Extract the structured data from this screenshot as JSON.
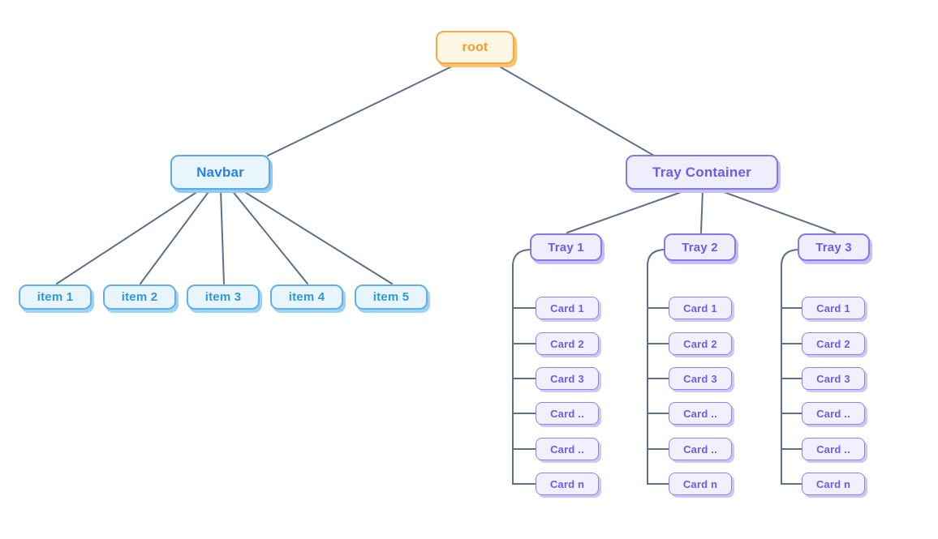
{
  "diagram": {
    "title": "component-tree-diagram",
    "background": "#ffffff",
    "edge_color": "#5c7089",
    "colors": {
      "root_fill": "#fdf6e3",
      "root_border": "#f2a843",
      "root_text": "#f59d2a",
      "root_shadow": "#f6c470",
      "blue_fill": "#e8f5fd",
      "blue_border": "#57aaec",
      "blue_text": "#2b80e8",
      "blue_shadow": "#92cbf2",
      "purple_fill": "#efeefe",
      "purple_border": "#8478ea",
      "purple_text": "#6d5ce8",
      "purple_shadow": "#c6bff4"
    },
    "nodes": {
      "root": {
        "label": "root"
      },
      "navbar": {
        "label": "Navbar",
        "items": [
          "item 1",
          "item 2",
          "item 3",
          "item 4",
          "item 5"
        ]
      },
      "tray_container": {
        "label": "Tray Container",
        "trays": [
          {
            "label": "Tray 1",
            "cards": [
              "Card 1",
              "Card 2",
              "Card 3",
              "Card ..",
              "Card ..",
              "Card n"
            ]
          },
          {
            "label": "Tray 2",
            "cards": [
              "Card 1",
              "Card 2",
              "Card 3",
              "Card ..",
              "Card ..",
              "Card n"
            ]
          },
          {
            "label": "Tray 3",
            "cards": [
              "Card 1",
              "Card 2",
              "Card 3",
              "Card ..",
              "Card ..",
              "Card n"
            ]
          }
        ]
      }
    }
  }
}
